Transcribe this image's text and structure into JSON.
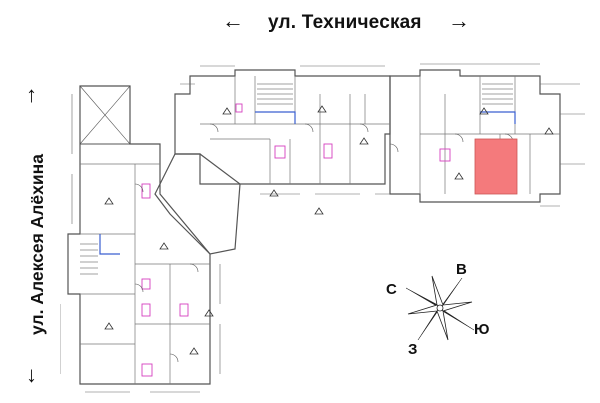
{
  "streets": {
    "top": {
      "label": "ул. Техническая",
      "arrow_left": "←",
      "arrow_right": "→"
    },
    "left": {
      "label": "ул. Алексея Алёхина",
      "arrow_up": "↑",
      "arrow_down": "↓"
    }
  },
  "compass": {
    "north": "С",
    "east": "В",
    "south": "Ю",
    "west": "З"
  },
  "plan": {
    "highlighted_unit_color": "#f47a7c",
    "wall_color": "#555555",
    "accent_color": "#d63fbf",
    "stair_color": "#3a5fd0"
  }
}
